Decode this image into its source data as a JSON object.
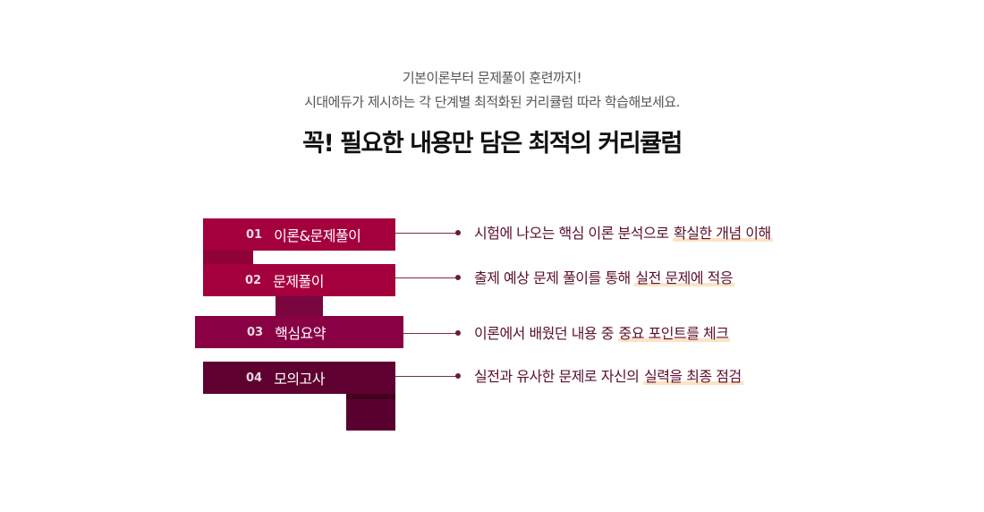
{
  "intro": {
    "line1": "기본이론부터 문제풀이 훈련까지!",
    "line2": "시대에듀가 제시하는 각 단계별 최적화된 커리큘럼 따라 학습해보세요."
  },
  "title": "꼭! 필요한 내용만 담은 최적의 커리큘럼",
  "steps": [
    {
      "number": "01",
      "label": "이론&문제풀이",
      "desc_plain": "시험에 나오는 핵심 이론 분석으로 ",
      "desc_highlight": "확실한 개념 이해",
      "color": "#a4003e"
    },
    {
      "number": "02",
      "label": "문제풀이",
      "desc_plain": "출제 예상 문제 풀이를 통해 ",
      "desc_highlight": "실전 문제에 적응",
      "color": "#a4003e"
    },
    {
      "number": "03",
      "label": "핵심요약",
      "desc_plain": "이론에서 배웠던 내용 중 ",
      "desc_highlight": "중요 포인트를 체크",
      "color": "#8a0045"
    },
    {
      "number": "04",
      "label": "모의고사",
      "desc_plain": "실전과 유사한 문제로 자신의 ",
      "desc_highlight": "실력을 최종 점검",
      "color": "#5e0030"
    }
  ],
  "colors": {
    "highlight": "#fde2c4",
    "description_text": "#5a0f2e"
  }
}
